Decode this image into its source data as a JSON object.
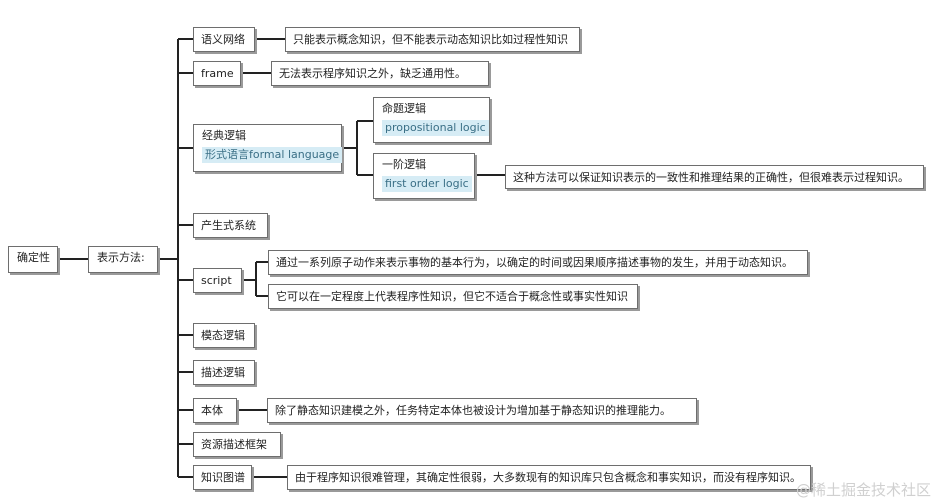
{
  "root": "确定性",
  "method": "表示方法:",
  "branches": [
    {
      "label": "语义网络",
      "note": "只能表示概念知识，但不能表示动态知识比如过程性知识"
    },
    {
      "label": "frame",
      "note": "无法表示程序知识之外，缺乏通用性。"
    },
    {
      "label": "经典逻辑",
      "tag": "形式语言formal language",
      "children": [
        {
          "label": "命题逻辑",
          "tag": "propositional logic"
        },
        {
          "label": "一阶逻辑",
          "tag": "first order logic",
          "note": "这种方法可以保证知识表示的一致性和推理结果的正确性，但很难表示过程知识。"
        }
      ]
    },
    {
      "label": "产生式系统"
    },
    {
      "label": "script",
      "notes": [
        "通过一系列原子动作来表示事物的基本行为，以确定的时间或因果顺序描述事物的发生，并用于动态知识。",
        "它可以在一定程度上代表程序性知识，但它不适合于概念性或事实性知识"
      ]
    },
    {
      "label": "模态逻辑"
    },
    {
      "label": "描述逻辑"
    },
    {
      "label": "本体",
      "note": "除了静态知识建模之外，任务特定本体也被设计为增加基于静态知识的推理能力。"
    },
    {
      "label": "资源描述框架"
    },
    {
      "label": "知识图谱",
      "note": "由于程序知识很难管理，其确定性很弱，大多数现有的知识库只包含概念和事实知识，而没有程序知识。"
    }
  ],
  "watermark": "@稀土掘金技术社区"
}
